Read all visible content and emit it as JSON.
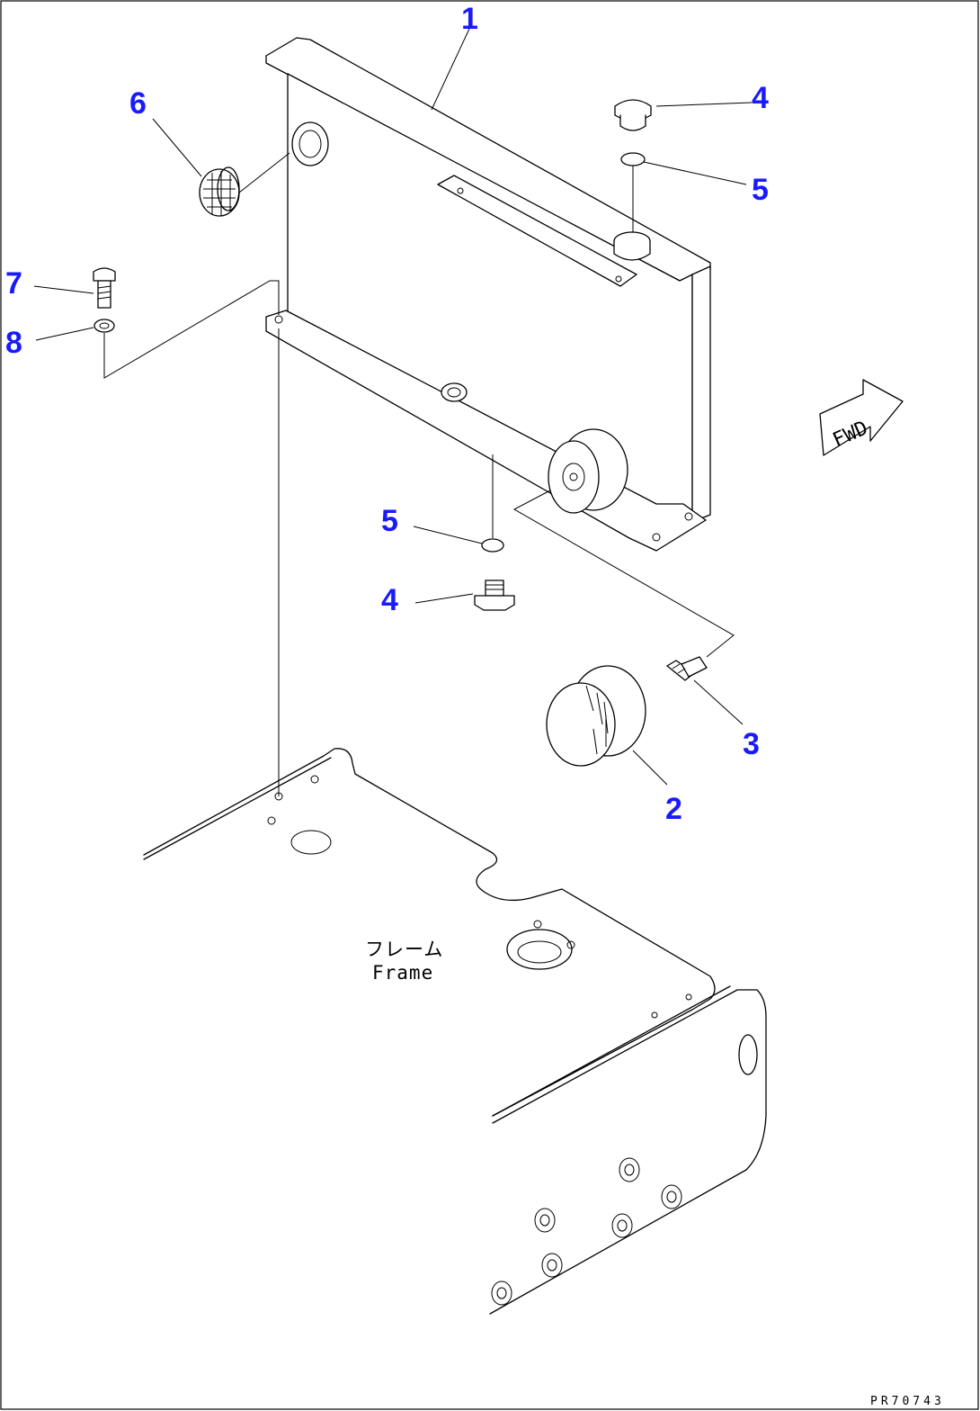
{
  "callouts": {
    "c1": "1",
    "c2": "2",
    "c3": "3",
    "c4a": "4",
    "c4b": "4",
    "c5a": "5",
    "c5b": "5",
    "c6": "6",
    "c7": "7",
    "c8": "8"
  },
  "labels": {
    "frame_jp": "フレーム",
    "frame_en": "Frame",
    "fwd": "FWD"
  },
  "drawing_number": "PR70743",
  "colors": {
    "callout": "#1a1aff",
    "line": "#000000"
  }
}
